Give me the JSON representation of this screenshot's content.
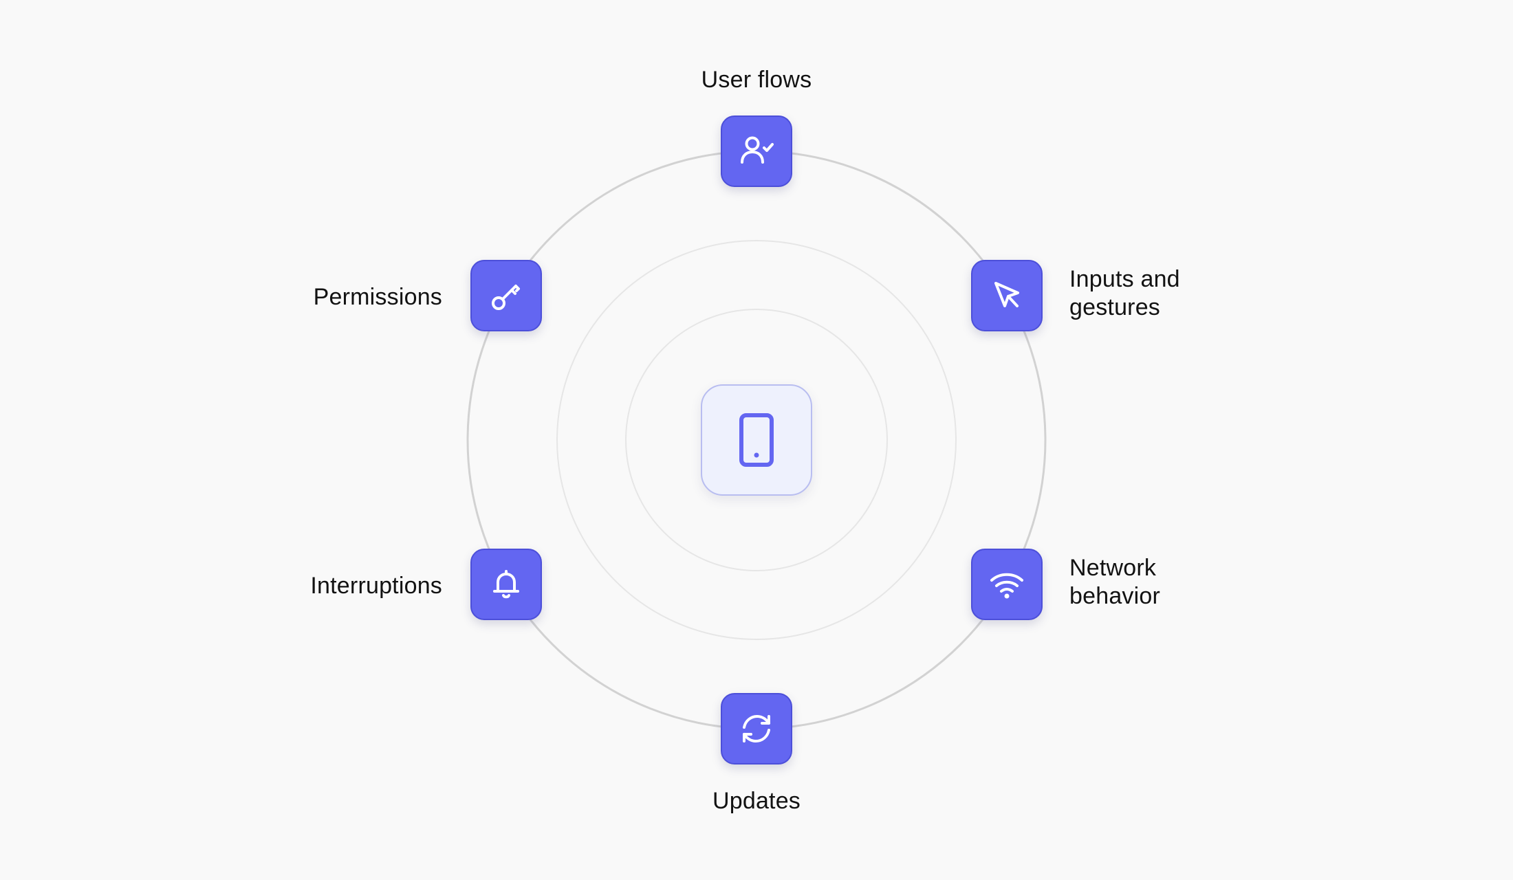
{
  "colors": {
    "background": "#f9f9f9",
    "tile_fill": "#6366f1",
    "tile_border": "#4c4fd9",
    "center_fill": "#eef1fd",
    "center_icon": "#6366f1",
    "outer_ring": "#d2d2d2",
    "inner_ring": "#e6e6e6",
    "label_text": "#121212"
  },
  "center": {
    "icon": "tablet-icon"
  },
  "nodes": [
    {
      "id": "user-flows",
      "label": "User flows",
      "icon": "user-check-icon"
    },
    {
      "id": "inputs",
      "label": "Inputs and\ngestures",
      "icon": "cursor-pointer-icon"
    },
    {
      "id": "network",
      "label": "Network\nbehavior",
      "icon": "wifi-icon"
    },
    {
      "id": "updates",
      "label": "Updates",
      "icon": "refresh-icon"
    },
    {
      "id": "interruptions",
      "label": "Interruptions",
      "icon": "bell-icon"
    },
    {
      "id": "permissions",
      "label": "Permissions",
      "icon": "key-icon"
    }
  ]
}
